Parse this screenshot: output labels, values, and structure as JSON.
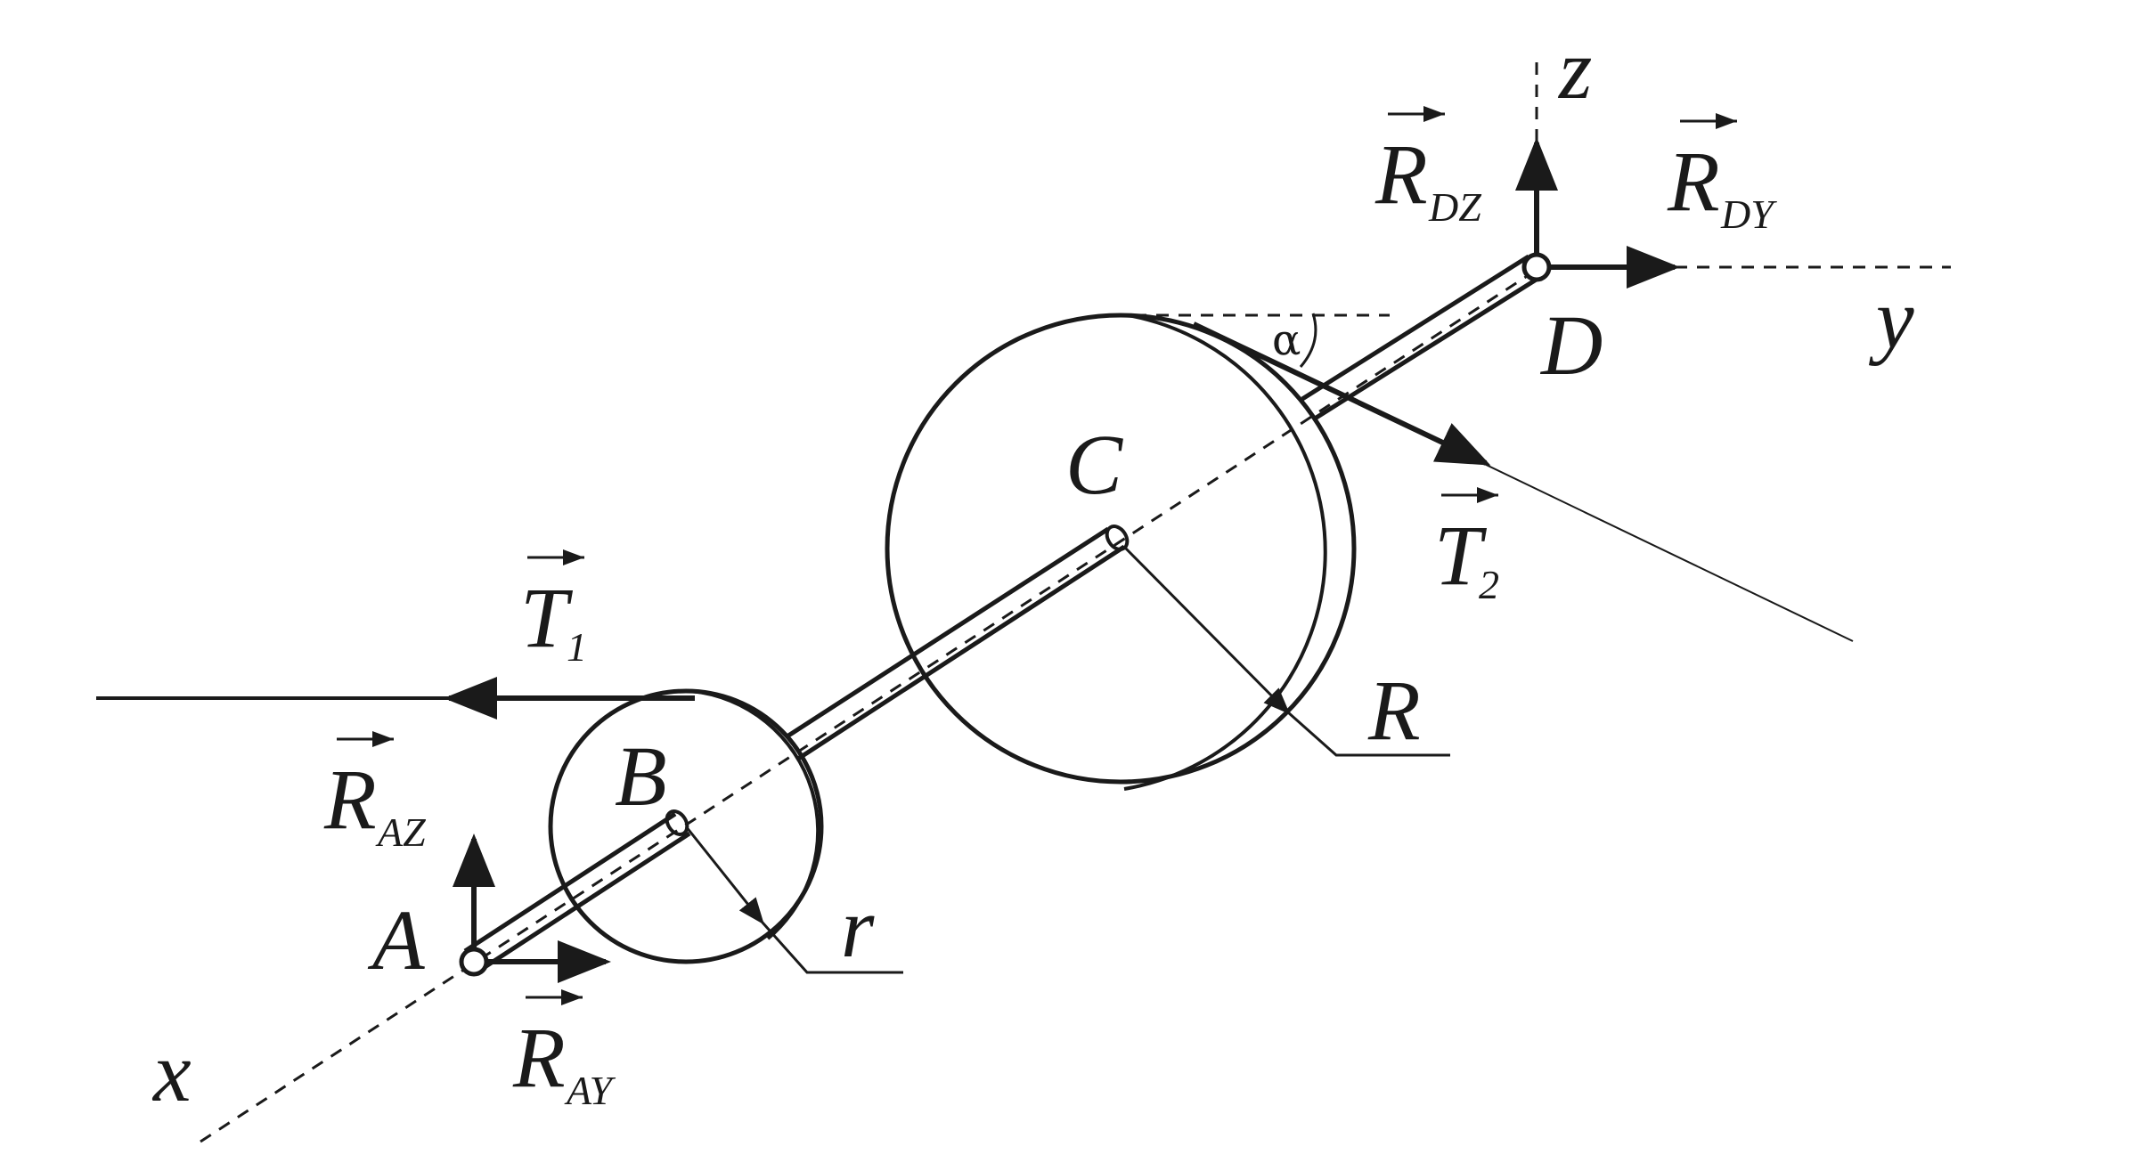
{
  "labels": {
    "x_axis": "x",
    "y_axis": "y",
    "z_axis": "z",
    "point_A": "A",
    "point_B": "B",
    "point_C": "C",
    "point_D": "D",
    "radius_small": "r",
    "radius_large": "R",
    "angle": "α",
    "force_T1_main": "T",
    "force_T1_sub": "1",
    "force_T2_main": "T",
    "force_T2_sub": "2",
    "force_RAZ_main": "R",
    "force_RAZ_sub": "AZ",
    "force_RAY_main": "R",
    "force_RAY_sub": "AY",
    "force_RDZ_main": "R",
    "force_RDZ_sub": "DZ",
    "force_RDY_main": "R",
    "force_RDY_sub": "DY"
  }
}
